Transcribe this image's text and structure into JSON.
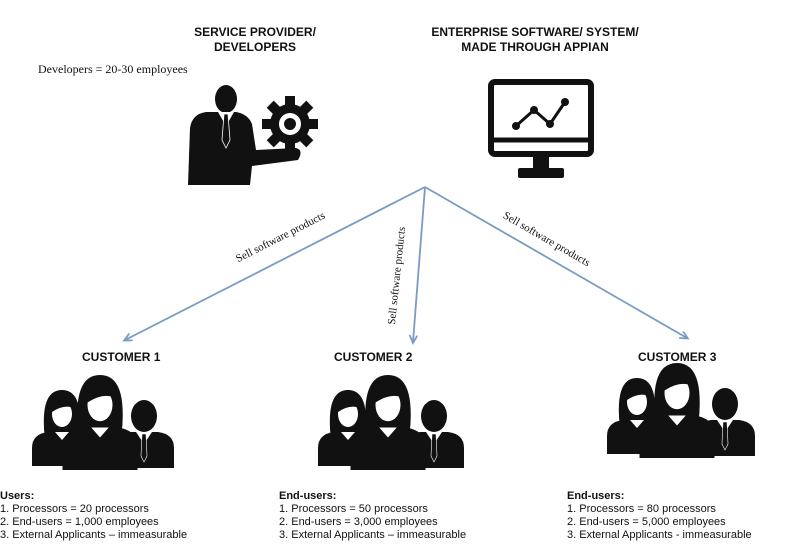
{
  "provider": {
    "title_line1": "SERVICE PROVIDER/",
    "title_line2": "DEVELOPERS",
    "note": "Developers = 20-30 employees",
    "icon": "businessman-gear-icon"
  },
  "system": {
    "title_line1": "ENTERPRISE SOFTWARE/ SYSTEM/",
    "title_line2": "MADE THROUGH APPIAN",
    "icon": "monitor-chart-icon"
  },
  "arrows": {
    "left_label": "Sell software products",
    "center_label": "Sell software products",
    "right_label": "Sell software products",
    "color": "#7a9cc4"
  },
  "customers": [
    {
      "title": "CUSTOMER 1",
      "section": "Users:",
      "lines": [
        "1. Processors = 20 processors",
        "2. End-users = 1,000 employees",
        "3. External Applicants – immeasurable"
      ]
    },
    {
      "title": "CUSTOMER 2",
      "section": "End-users:",
      "lines": [
        "1. Processors = 50 processors",
        "2. End-users = 3,000 employees",
        "3. External Applicants – immeasurable"
      ]
    },
    {
      "title": "CUSTOMER 3",
      "section": "End-users:",
      "lines": [
        "1. Processors = 80 processors",
        "2. End-users = 5,000 employees",
        "3. External Applicants - immeasurable"
      ]
    }
  ]
}
